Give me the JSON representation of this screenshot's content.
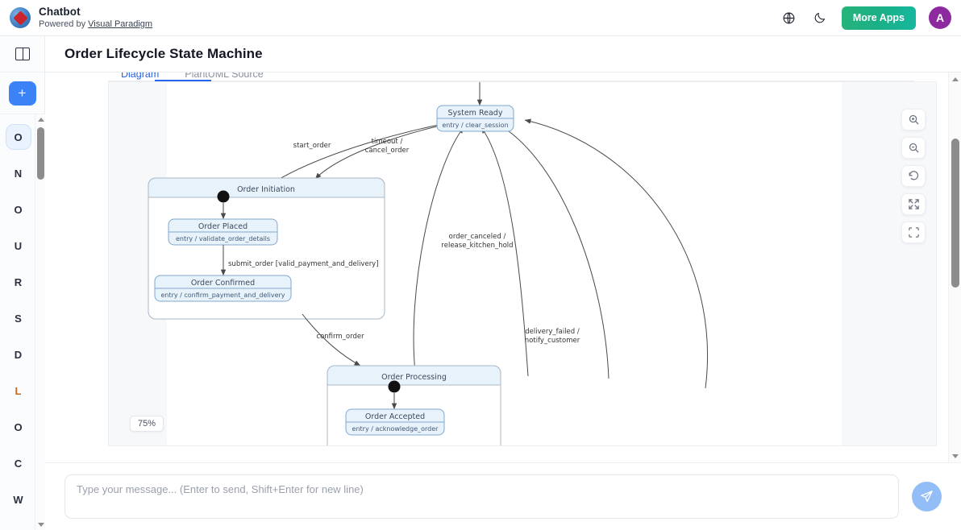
{
  "brand": {
    "title": "Chatbot",
    "powered_prefix": "Powered by ",
    "powered_link": "Visual Paradigm",
    "logo_icon": "visual-paradigm-logo",
    "globe_icon": "globe-icon",
    "theme_icon": "moon-icon",
    "more_apps_label": "More Apps",
    "avatar_initial": "A",
    "accent_avatar_color": "#8e2aa0",
    "accent_button_color": "#1aaf86"
  },
  "rail": {
    "toggle_panel_icon": "panel-toggle-icon",
    "new_chat_label": "+",
    "new_chat_color": "#3b82f6",
    "items": [
      {
        "label": "O",
        "active": true
      },
      {
        "label": "N",
        "active": false
      },
      {
        "label": "O",
        "active": false
      },
      {
        "label": "U",
        "active": false
      },
      {
        "label": "R",
        "active": false
      },
      {
        "label": "S",
        "active": false
      },
      {
        "label": "D",
        "active": false
      },
      {
        "label": "L",
        "active": false
      },
      {
        "label": "O",
        "active": false
      },
      {
        "label": "C",
        "active": false
      },
      {
        "label": "W",
        "active": false
      }
    ]
  },
  "header": {
    "title": "Order Lifecycle State Machine"
  },
  "tabs": [
    {
      "label": "Diagram",
      "active": true
    },
    {
      "label": "PlantUML Source",
      "active": false
    }
  ],
  "canvas": {
    "zoom_level": "75%",
    "tools": [
      {
        "name": "zoom-in-icon",
        "title": "Zoom In"
      },
      {
        "name": "zoom-out-icon",
        "title": "Zoom Out"
      },
      {
        "name": "reset-icon",
        "title": "Reset"
      },
      {
        "name": "fit-screen-icon",
        "title": "Fit to Screen"
      },
      {
        "name": "fullscreen-icon",
        "title": "Fullscreen"
      }
    ]
  },
  "diagram": {
    "type": "state-machine",
    "title": "Order Lifecycle State Machine",
    "states": [
      {
        "id": "system_ready",
        "name": "System Ready",
        "entry": "entry / clear_session",
        "kind": "simple"
      },
      {
        "id": "order_initiation",
        "name": "Order Initiation",
        "kind": "composite"
      },
      {
        "id": "order_placed",
        "name": "Order Placed",
        "entry": "entry / validate_order_details",
        "kind": "simple",
        "parent": "order_initiation"
      },
      {
        "id": "order_confirmed",
        "name": "Order Confirmed",
        "entry": "entry / confirm_payment_and_delivery",
        "kind": "simple",
        "parent": "order_initiation"
      },
      {
        "id": "order_processing",
        "name": "Order Processing",
        "kind": "composite"
      },
      {
        "id": "order_accepted",
        "name": "Order Accepted",
        "entry": "entry / acknowledge_order",
        "kind": "simple",
        "parent": "order_processing"
      }
    ],
    "transitions": [
      {
        "from": "system_ready",
        "to": "order_initiation",
        "label": "start_order"
      },
      {
        "from": "order_initiation",
        "to": "system_ready",
        "label": "timeout /\ncancel_order"
      },
      {
        "from": "order_placed",
        "to": "order_confirmed",
        "label": "submit_order [valid_payment_and_delivery]"
      },
      {
        "from": "order_confirmed",
        "to": "order_processing",
        "label": "confirm_order"
      },
      {
        "from": "order_processing",
        "to": "system_ready",
        "label": "order_canceled /\nrelease_kitchen_hold"
      },
      {
        "from": "order_processing",
        "to": "system_ready",
        "label": "delivery_failed /\nnotify_customer"
      }
    ],
    "labels": {
      "start_order": "start_order",
      "timeout_l1": "timeout /",
      "timeout_l2": "cancel_order",
      "submit_order": "submit_order [valid_payment_and_delivery]",
      "confirm_order": "confirm_order",
      "order_canceled_l1": "order_canceled /",
      "order_canceled_l2": "release_kitchen_hold",
      "delivery_failed_l1": "delivery_failed /",
      "delivery_failed_l2": "notify_customer"
    },
    "node_text": {
      "system_ready_name": "System Ready",
      "system_ready_entry": "entry / clear_session",
      "order_initiation_name": "Order Initiation",
      "order_placed_name": "Order Placed",
      "order_placed_entry": "entry / validate_order_details",
      "order_confirmed_name": "Order Confirmed",
      "order_confirmed_entry": "entry / confirm_payment_and_delivery",
      "order_processing_name": "Order Processing",
      "order_accepted_name": "Order Accepted",
      "order_accepted_entry": "entry / acknowledge_order"
    }
  },
  "composer": {
    "placeholder": "Type your message... (Enter to send, Shift+Enter for new line)",
    "value": "",
    "send_icon": "send-icon",
    "send_color": "#93bdf7"
  }
}
